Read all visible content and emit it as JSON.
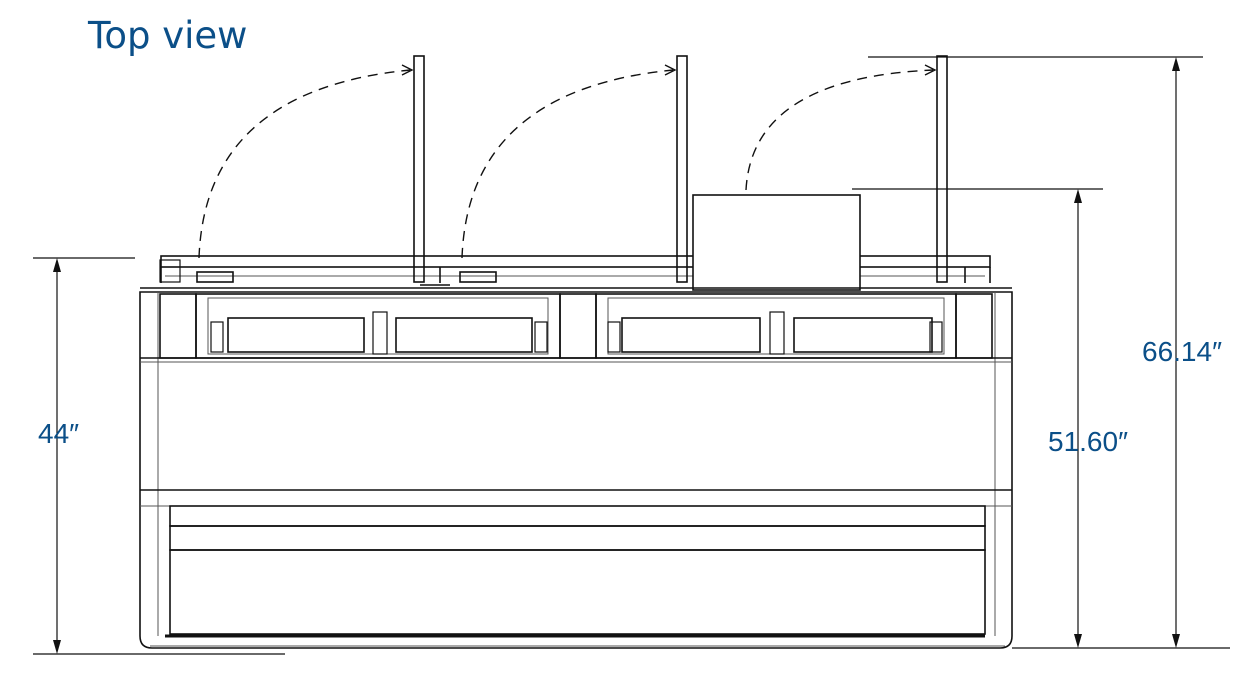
{
  "title": "Top view",
  "dimensions": {
    "overall_depth": "66.14″",
    "extended_depth": "51.60″",
    "base_depth": "44″"
  },
  "colors": {
    "text": "#0b4f88",
    "line": "#111111",
    "thin_line": "#555555",
    "background": "#ffffff"
  }
}
